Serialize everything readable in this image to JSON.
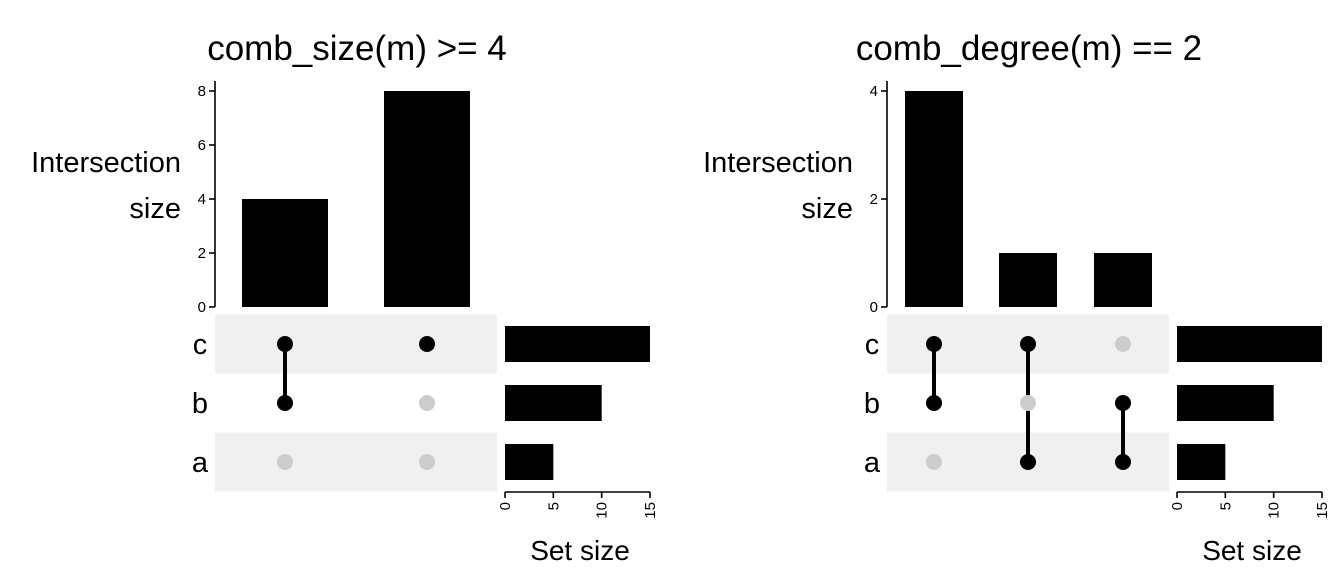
{
  "chart_data": [
    {
      "type": "bar",
      "title": "comb_size(m) >= 4",
      "ylabel_lines": [
        "Intersection",
        "size"
      ],
      "xlabel": "Set size",
      "sets": [
        "c",
        "b",
        "a"
      ],
      "set_sizes": [
        15,
        10,
        5
      ],
      "set_size_ticks": [
        0,
        5,
        10,
        15
      ],
      "ylim": [
        0,
        8
      ],
      "yticks": [
        0,
        2,
        4,
        6,
        8
      ],
      "combinations": [
        {
          "members": [
            "c",
            "b"
          ],
          "size": 4
        },
        {
          "members": [
            "c"
          ],
          "size": 8
        }
      ]
    },
    {
      "type": "bar",
      "title": "comb_degree(m) == 2",
      "ylabel_lines": [
        "Intersection",
        "size"
      ],
      "xlabel": "Set size",
      "sets": [
        "c",
        "b",
        "a"
      ],
      "set_sizes": [
        15,
        10,
        5
      ],
      "set_size_ticks": [
        0,
        5,
        10,
        15
      ],
      "ylim": [
        0,
        4
      ],
      "yticks": [
        0,
        2,
        4
      ],
      "combinations": [
        {
          "members": [
            "c",
            "b"
          ],
          "size": 4
        },
        {
          "members": [
            "c",
            "a"
          ],
          "size": 1
        },
        {
          "members": [
            "b",
            "a"
          ],
          "size": 1
        }
      ]
    }
  ]
}
